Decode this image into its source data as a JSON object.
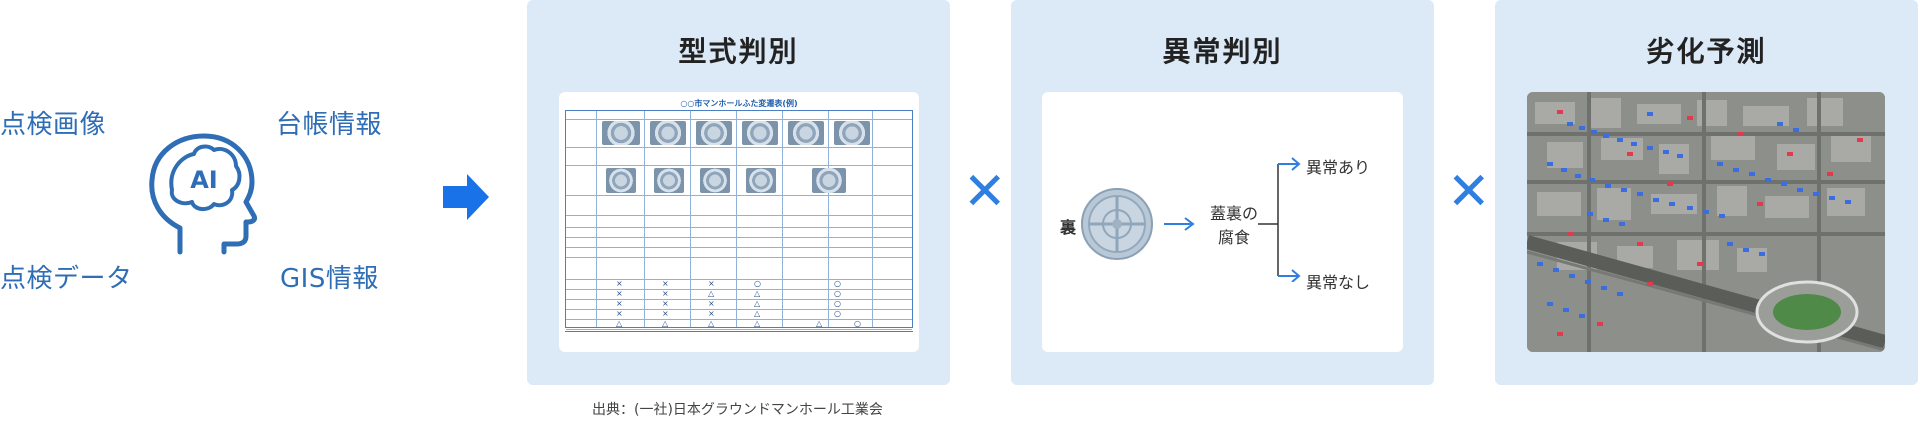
{
  "inputs": {
    "top_left": "点検画像",
    "top_right": "台帳情報",
    "bottom_left": "点検データ",
    "bottom_right": "GIS情報",
    "ai_label": "AI"
  },
  "panels": [
    {
      "title": "型式判別"
    },
    {
      "title": "異常判別"
    },
    {
      "title": "劣化予測"
    }
  ],
  "doc_image": {
    "title": "○○市マンホールふた変遷表(例)"
  },
  "caption": "出典：(一社)日本グラウンドマンホール工業会",
  "anomaly_flow": {
    "lid_label": "裏",
    "center_line1": "蓋裏の",
    "center_line2": "腐食",
    "branch_top": "異常あり",
    "branch_bottom": "異常なし"
  },
  "colors": {
    "accent": "#2f7fe0",
    "text_blue": "#2f6db5",
    "panel_bg": "#dce9f6"
  }
}
